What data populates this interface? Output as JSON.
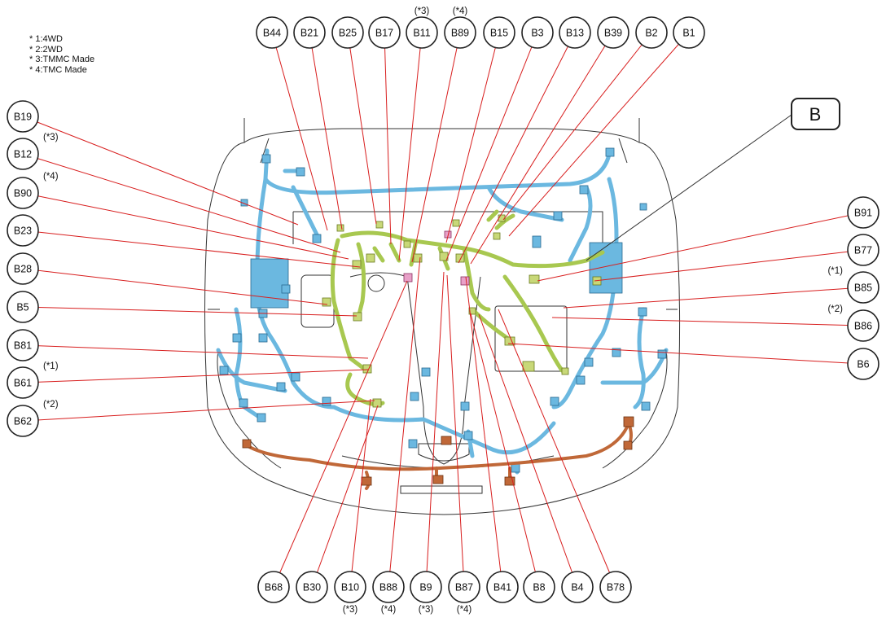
{
  "legend": [
    "* 1:4WD",
    "* 2:2WD",
    "* 3:TMMC Made",
    "* 4:TMC Made"
  ],
  "view_label": "B",
  "connectors": {
    "B44": {
      "label": "B44",
      "note": ""
    },
    "B21": {
      "label": "B21",
      "note": ""
    },
    "B25": {
      "label": "B25",
      "note": ""
    },
    "B17": {
      "label": "B17",
      "note": ""
    },
    "B11": {
      "label": "B11",
      "note": "(*3)"
    },
    "B89": {
      "label": "B89",
      "note": "(*4)"
    },
    "B15": {
      "label": "B15",
      "note": ""
    },
    "B3": {
      "label": "B3",
      "note": ""
    },
    "B13": {
      "label": "B13",
      "note": ""
    },
    "B39": {
      "label": "B39",
      "note": ""
    },
    "B2": {
      "label": "B2",
      "note": ""
    },
    "B1": {
      "label": "B1",
      "note": ""
    },
    "B19": {
      "label": "B19",
      "note": ""
    },
    "B12": {
      "label": "B12",
      "note": "(*3)"
    },
    "B90": {
      "label": "B90",
      "note": "(*4)"
    },
    "B23": {
      "label": "B23",
      "note": ""
    },
    "B28": {
      "label": "B28",
      "note": ""
    },
    "B5": {
      "label": "B5",
      "note": ""
    },
    "B81": {
      "label": "B81",
      "note": ""
    },
    "B61": {
      "label": "B61",
      "note": "(*1)"
    },
    "B62": {
      "label": "B62",
      "note": "(*2)"
    },
    "B91": {
      "label": "B91",
      "note": ""
    },
    "B77": {
      "label": "B77",
      "note": ""
    },
    "B85": {
      "label": "B85",
      "note": "(*1)"
    },
    "B86": {
      "label": "B86",
      "note": "(*2)"
    },
    "B6": {
      "label": "B6",
      "note": ""
    },
    "B68": {
      "label": "B68",
      "note": ""
    },
    "B30": {
      "label": "B30",
      "note": ""
    },
    "B10": {
      "label": "B10",
      "note": "(*3)"
    },
    "B88": {
      "label": "B88",
      "note": "(*4)"
    },
    "B9": {
      "label": "B9",
      "note": "(*3)"
    },
    "B87": {
      "label": "B87",
      "note": "(*4)"
    },
    "B41": {
      "label": "B41",
      "note": ""
    },
    "B8": {
      "label": "B8",
      "note": ""
    },
    "B4": {
      "label": "B4",
      "note": ""
    },
    "B78": {
      "label": "B78",
      "note": ""
    }
  },
  "colors": {
    "leader": "#d81e1e",
    "harness_green": "#a8c850",
    "harness_blue": "#6bb8e0",
    "harness_orange": "#c06838",
    "outline": "#333333"
  }
}
